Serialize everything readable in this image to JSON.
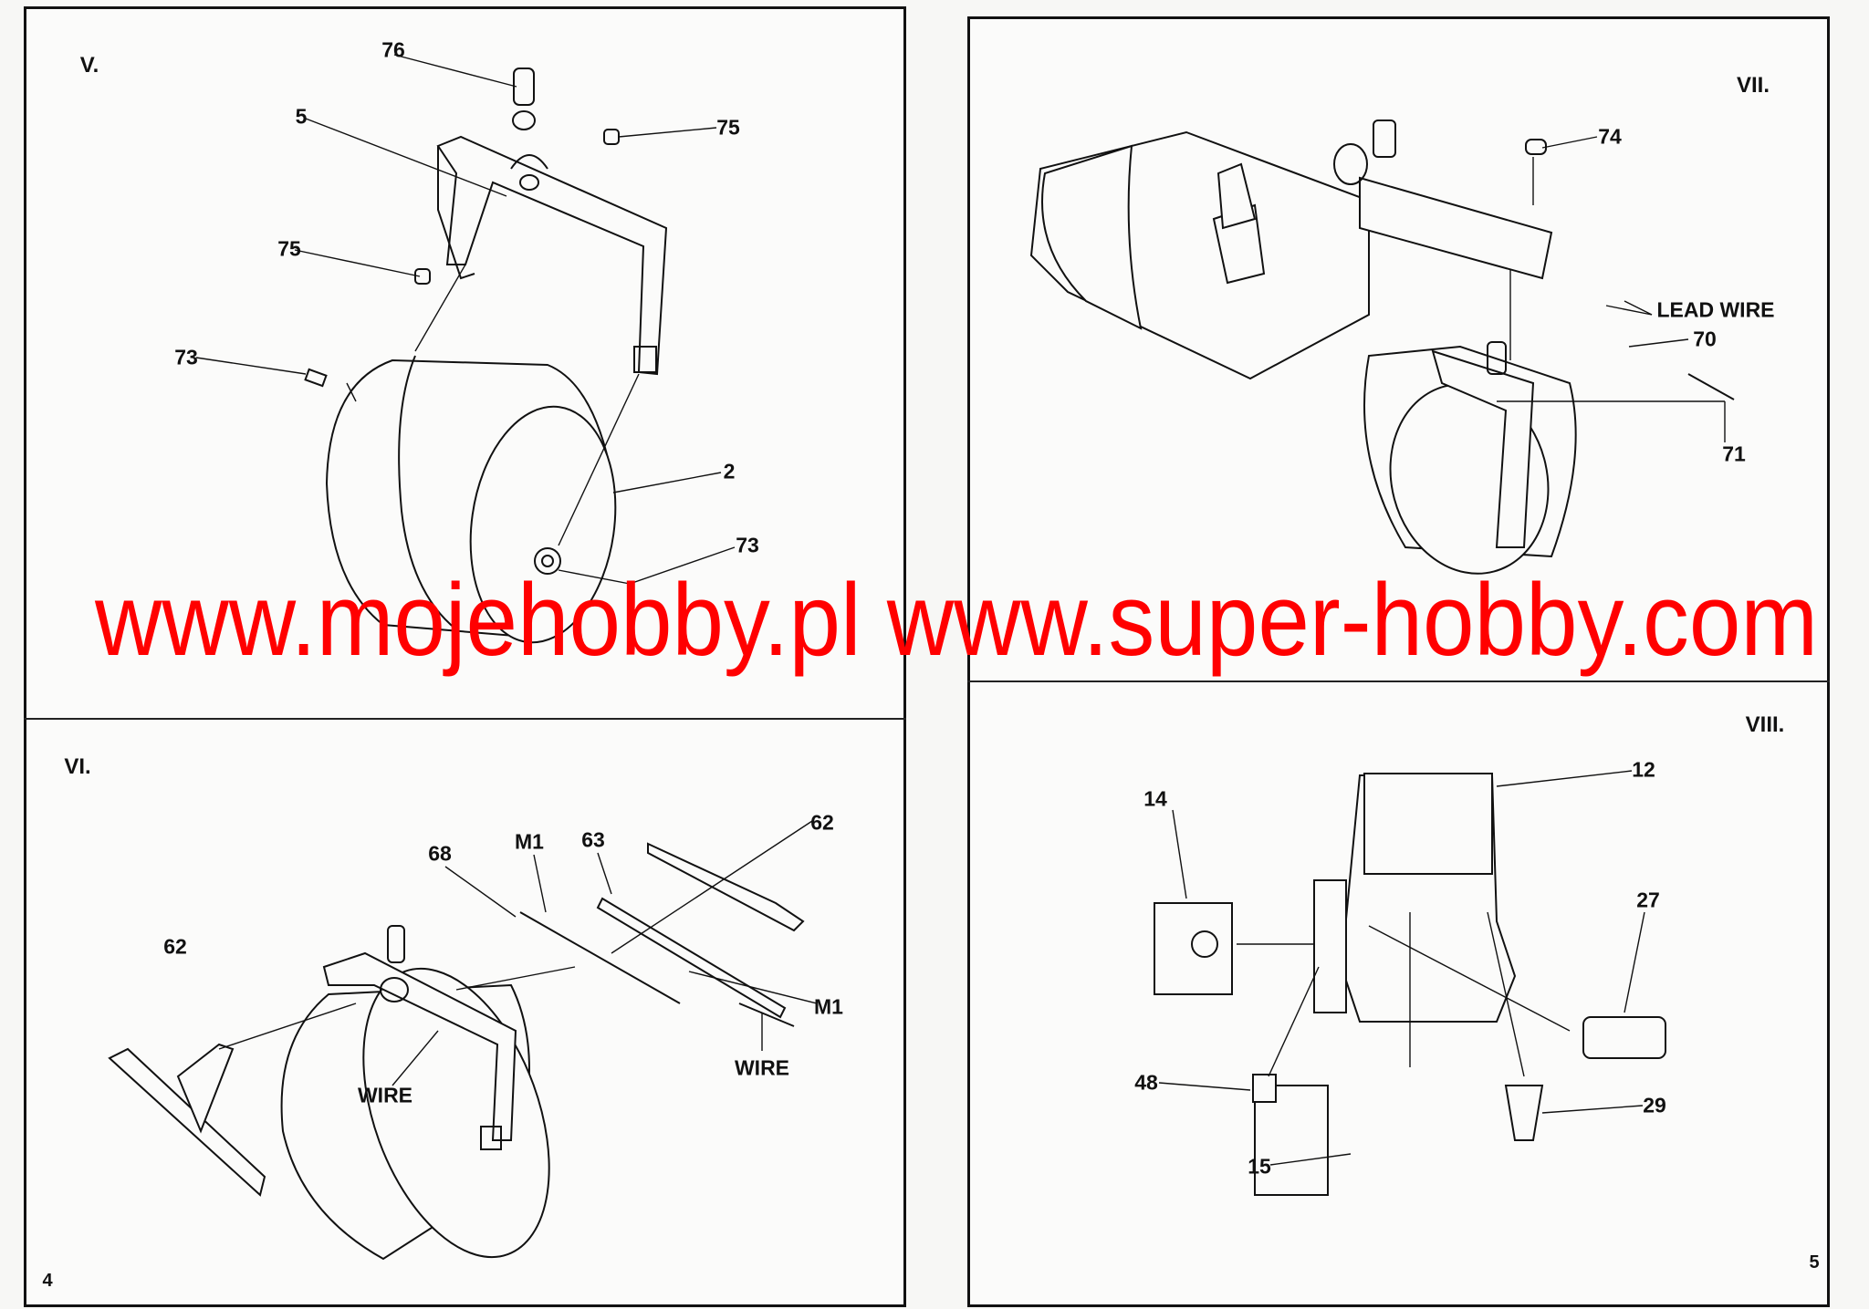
{
  "left_page": {
    "page_number": "4",
    "step_v": {
      "title": "V.",
      "labels": [
        "76",
        "5",
        "75",
        "75",
        "73",
        "2",
        "73"
      ]
    },
    "step_vi": {
      "title": "VI.",
      "labels": [
        "68",
        "M1",
        "63",
        "62",
        "62",
        "M1",
        "WIRE",
        "WIRE"
      ]
    }
  },
  "right_page": {
    "page_number": "5",
    "step_vii": {
      "title": "VII.",
      "labels": [
        "74",
        "LEAD WIRE",
        "70",
        "71"
      ]
    },
    "step_viii": {
      "title": "VIII.",
      "labels": [
        "12",
        "14",
        "27",
        "48",
        "29",
        "15"
      ]
    }
  },
  "watermark": {
    "text": "www.mojehobby.pl www.super-hobby.com",
    "color": "#ff0000"
  }
}
